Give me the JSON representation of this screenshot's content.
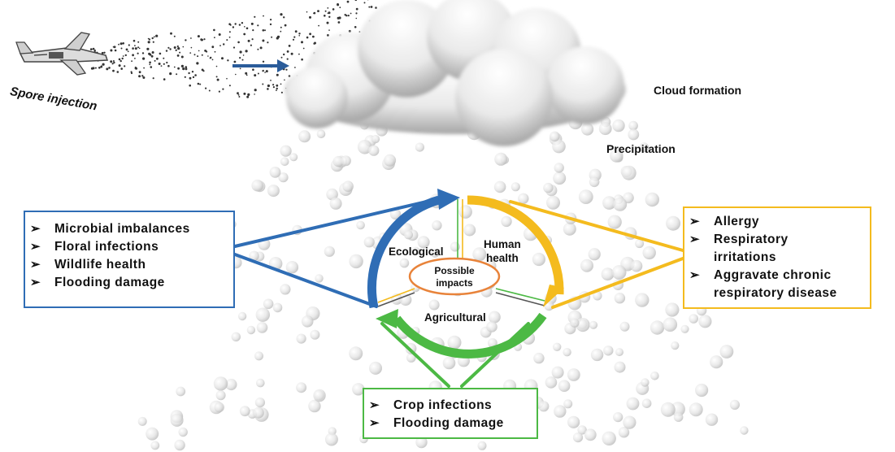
{
  "labels": {
    "spore_injection": "Spore injection",
    "cloud_formation": "Cloud formation",
    "precipitation": "Precipitation",
    "center": [
      "Possible",
      "impacts"
    ],
    "ecological": "Ecological",
    "human_health": [
      "Human",
      "health"
    ],
    "agricultural": "Agricultural"
  },
  "boxes": {
    "ecological": [
      "Microbial imbalances",
      "Floral infections",
      "Wildlife health",
      "Flooding damage"
    ],
    "human_health": [
      [
        "Allergy"
      ],
      [
        "Respiratory",
        "irritations"
      ],
      [
        "Aggravate chronic",
        "respiratory disease"
      ]
    ],
    "agricultural": [
      "Crop infections",
      "Flooding damage"
    ]
  },
  "colors": {
    "ecological": "#2f6db5",
    "human_health": "#f4bb1e",
    "agricultural": "#4cb944",
    "center_ring": "#e8833a",
    "arrow": "#2a5c9a"
  }
}
